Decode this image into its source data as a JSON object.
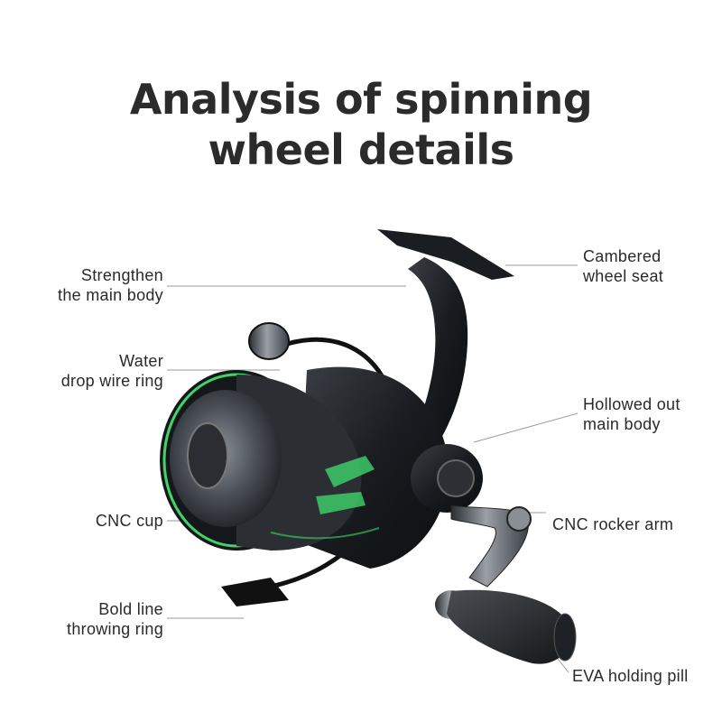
{
  "title": {
    "line1": "Analysis of spinning",
    "line2": "wheel details"
  },
  "callouts": {
    "strengthen": {
      "line1": "Strengthen",
      "line2": "the main body"
    },
    "water_drop": {
      "line1": "Water",
      "line2": "drop wire ring"
    },
    "cnc_cup": {
      "line1": "CNC cup"
    },
    "bold_line": {
      "line1": "Bold line",
      "line2": "throwing ring"
    },
    "cambered": {
      "line1": "Cambered",
      "line2": "wheel seat"
    },
    "hollowed": {
      "line1": "Hollowed out",
      "line2": "main body"
    },
    "cnc_rocker": {
      "line1": "CNC rocker arm"
    },
    "eva": {
      "line1": "EVA holding pill"
    }
  },
  "colors": {
    "accent_green": "#3fd36a",
    "reel_dark": "#1c1f23",
    "reel_metal": "#5a6068",
    "leader_line": "#9a9a9a"
  }
}
